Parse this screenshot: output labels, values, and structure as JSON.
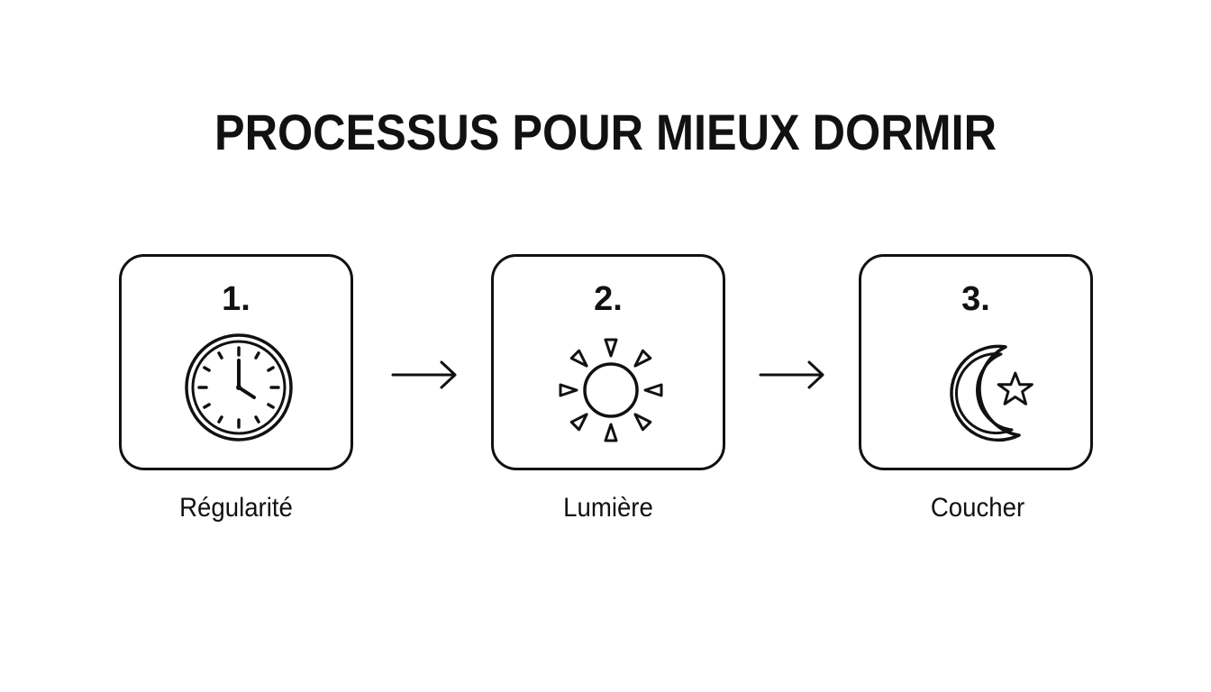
{
  "title": "PROCESSUS POUR MIEUX DORMIR",
  "steps": [
    {
      "number": "1.",
      "label": "Régularité",
      "icon": "clock-icon"
    },
    {
      "number": "2.",
      "label": "Lumière",
      "icon": "sun-icon"
    },
    {
      "number": "3.",
      "label": "Coucher",
      "icon": "moon-star-icon"
    }
  ],
  "colors": {
    "stroke": "#111111",
    "background": "#ffffff"
  }
}
